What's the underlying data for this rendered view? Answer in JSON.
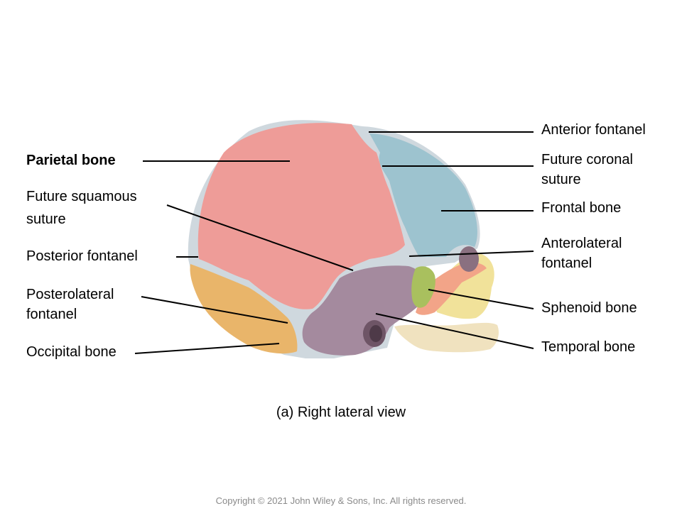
{
  "labels": {
    "parietal_bone": "Parietal bone",
    "future_squamous_suture_1": "Future squamous",
    "future_squamous_suture_2": "suture",
    "posterior_fontanel": "Posterior fontanel",
    "posterolateral_fontanel_1": "Posterolateral",
    "posterolateral_fontanel_2": "fontanel",
    "occipital_bone": "Occipital bone",
    "anterior_fontanel": "Anterior fontanel",
    "future_coronal_suture_1": "Future coronal",
    "future_coronal_suture_2": "suture",
    "frontal_bone": "Frontal bone",
    "anterolateral_fontanel_1": "Anterolateral",
    "anterolateral_fontanel_2": "fontanel",
    "sphenoid_bone": "Sphenoid bone",
    "temporal_bone": "Temporal bone"
  },
  "caption": "(a) Right lateral view",
  "copyright": "Copyright © 2021 John Wiley & Sons, Inc. All rights reserved.",
  "colors": {
    "parietal": "#ee9c98",
    "frontal": "#9dc3cf",
    "occipital": "#e9b56a",
    "temporal": "#a48a9e",
    "sphenoid": "#a9c05e",
    "fontanel_membrane": "#cfd8de",
    "facial_yellow": "#f1e29a",
    "mandible": "#f0e2bf",
    "zygomatic_pink": "#f2a488"
  }
}
